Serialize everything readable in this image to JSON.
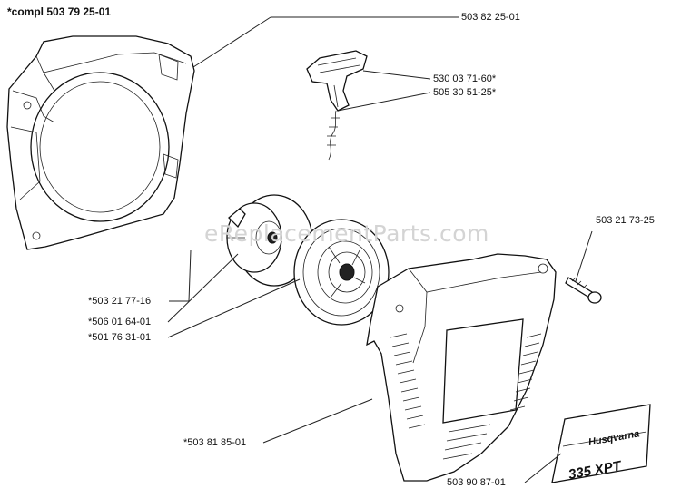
{
  "title": "*compl 503 79 25-01",
  "watermark": "eReplacementParts.com",
  "brand": {
    "name": "Husqvarna",
    "model": "335 XPT"
  },
  "labels": [
    {
      "id": "housing",
      "text": "503 82 25-01"
    },
    {
      "id": "handle",
      "text": "530 03 71-60*"
    },
    {
      "id": "rope",
      "text": "505 30 51-25*"
    },
    {
      "id": "screw",
      "text": "503 21 73-25"
    },
    {
      "id": "pulley-spring",
      "text": "*503 21 77-16"
    },
    {
      "id": "spring",
      "text": "*506 01 64-01"
    },
    {
      "id": "pulley",
      "text": "*501 76 31-01"
    },
    {
      "id": "cover",
      "text": "*503 81 85-01"
    },
    {
      "id": "decal",
      "text": "503 90 87-01"
    }
  ]
}
